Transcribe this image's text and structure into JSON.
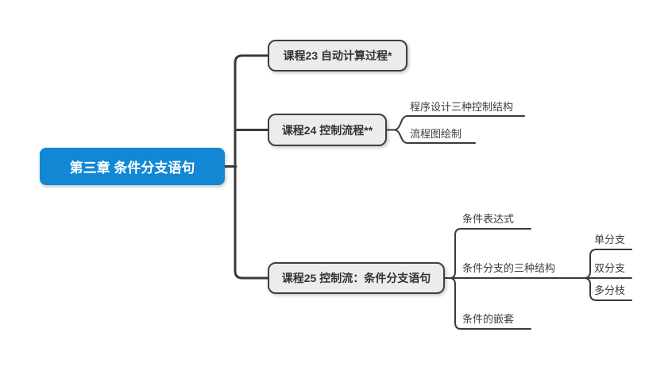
{
  "mindmap": {
    "root": {
      "label": "第三章 条件分支语句"
    },
    "topics": [
      {
        "label": "课程23 自动计算过程*",
        "children": []
      },
      {
        "label": "课程24 控制流程**",
        "children": [
          {
            "label": "程序设计三种控制结构"
          },
          {
            "label": "流程图绘制"
          }
        ]
      },
      {
        "label": "课程25 控制流：条件分支语句",
        "children": [
          {
            "label": "条件表达式"
          },
          {
            "label": "条件分支的三种结构",
            "children": [
              {
                "label": "单分支"
              },
              {
                "label": "双分支"
              },
              {
                "label": "多分枝"
              }
            ]
          },
          {
            "label": "条件的嵌套"
          }
        ]
      }
    ]
  },
  "colors": {
    "root_fill": "#1287d3",
    "root_text": "#ffffff",
    "topic_fill": "#ececec",
    "topic_border": "#3f3f3f",
    "connector_line": "#3a3a3a",
    "leaf_text": "#3c3c3c",
    "background": "#ffffff"
  }
}
